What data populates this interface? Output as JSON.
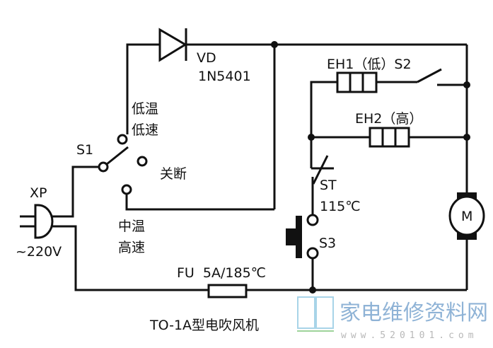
{
  "diagram": {
    "title": "TO-1A型电吹风机",
    "plug": {
      "label": "XP",
      "voltage": "~220V"
    },
    "diode": {
      "label": "VD",
      "model": "1N5401"
    },
    "switch_s1": {
      "label": "S1",
      "positions": {
        "low": [
          "低温",
          "低速"
        ],
        "off": "关断",
        "mid": [
          "中温",
          "高速"
        ]
      }
    },
    "heater_eh1": {
      "label": "EH1（低）S2"
    },
    "heater_eh2": {
      "label": "EH2（高）"
    },
    "thermostat": {
      "label": "ST",
      "temp": "115℃"
    },
    "switch_s3": {
      "label": "S3"
    },
    "fuse": {
      "label": "FU  5A/185℃"
    },
    "motor": {
      "label": "M"
    }
  },
  "watermark": {
    "site_name": "家电维修资料网",
    "url": "www.520101.com"
  }
}
